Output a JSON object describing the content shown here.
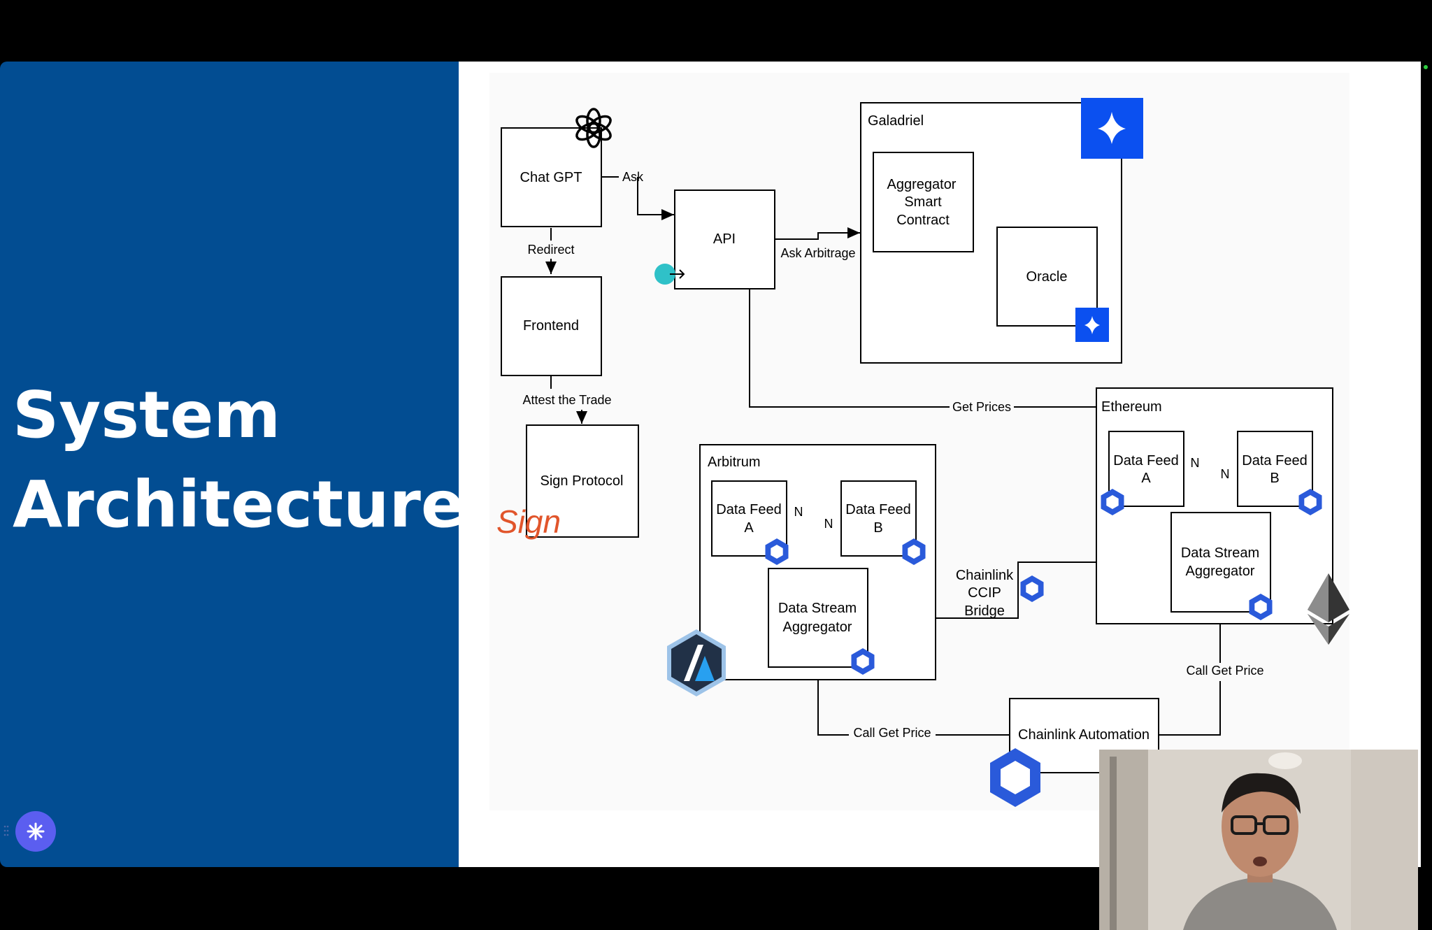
{
  "slide": {
    "title_line1": "System",
    "title_line2": "Architecture"
  },
  "diagram": {
    "nodes": {
      "chatgpt": "Chat GPT",
      "api": "API",
      "frontend": "Frontend",
      "sign_protocol": "Sign Protocol",
      "sign_logo": "Sign",
      "galadriel": "Galadriel",
      "aggregator_l1": "Aggregator",
      "aggregator_l2": "Smart",
      "aggregator_l3": "Contract",
      "oracle": "Oracle",
      "ethereum": "Ethereum",
      "arbitrum": "Arbitrum",
      "eth_feed_a_l1": "Data Feed",
      "eth_feed_a_l2": "A",
      "eth_feed_b_l1": "Data Feed",
      "eth_feed_b_l2": "B",
      "eth_dsa_l1": "Data Stream",
      "eth_dsa_l2": "Aggregator",
      "arb_feed_a_l1": "Data Feed",
      "arb_feed_a_l2": "A",
      "arb_feed_b_l1": "Data Feed",
      "arb_feed_b_l2": "B",
      "arb_dsa_l1": "Data Stream",
      "arb_dsa_l2": "Aggregator",
      "ccip_l1": "Chainlink",
      "ccip_l2": "CCIP",
      "ccip_l3": "Bridge",
      "automation": "Chainlink Automation"
    },
    "edges": {
      "ask": "Ask",
      "redirect": "Redirect",
      "ask_arbitrage": "Ask Arbitrage",
      "attest": "Attest the Trade",
      "get_prices": "Get Prices",
      "call_get_price_left": "Call Get Price",
      "call_get_price_right": "Call Get Price",
      "n": "N"
    },
    "icons": [
      "openai-logo-icon",
      "galadriel-logo-icon",
      "chainlink-icon",
      "arbitrum-logo-icon",
      "ethereum-logo-icon",
      "sign-logo-icon"
    ]
  },
  "colors": {
    "panel_blue": "#024d92",
    "chainlink_blue": "#2a5ada",
    "galadriel_blue": "#0b50f0",
    "launcher_purple": "#5b5ef0",
    "cursor_teal": "#2fc1c8"
  }
}
